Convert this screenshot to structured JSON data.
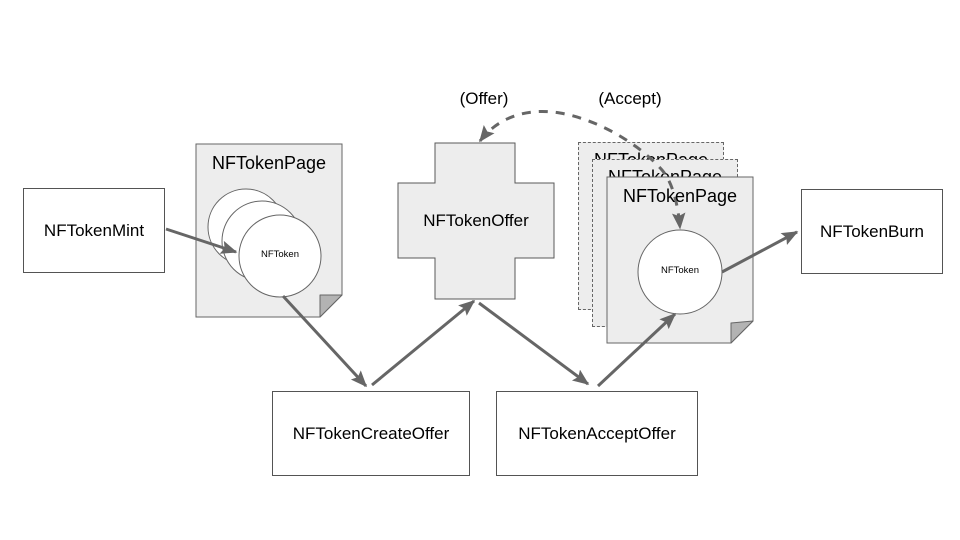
{
  "nodes": {
    "mint": {
      "label": "NFTokenMint"
    },
    "create_offer": {
      "label": "NFTokenCreateOffer"
    },
    "accept_offer": {
      "label": "NFTokenAcceptOffer"
    },
    "burn": {
      "label": "NFTokenBurn"
    },
    "offer": {
      "label": "NFTokenOffer"
    },
    "left_page": {
      "title": "NFTokenPage",
      "token": "NFToken"
    },
    "right_pages": {
      "back_title": "NFTokenPage",
      "middle_title": "NFTokenPage",
      "front_title": "NFTokenPage",
      "token": "NFToken"
    }
  },
  "annotations": {
    "offer_arc": "(Offer)",
    "accept_arc": "(Accept)"
  },
  "colors": {
    "page_fill": "#ededed",
    "shape_stroke": "#666666",
    "box_border": "#545454",
    "arrow": "#666666",
    "fold_fill": "#b3b3b3",
    "text": "#000000",
    "background": "#ffffff"
  }
}
